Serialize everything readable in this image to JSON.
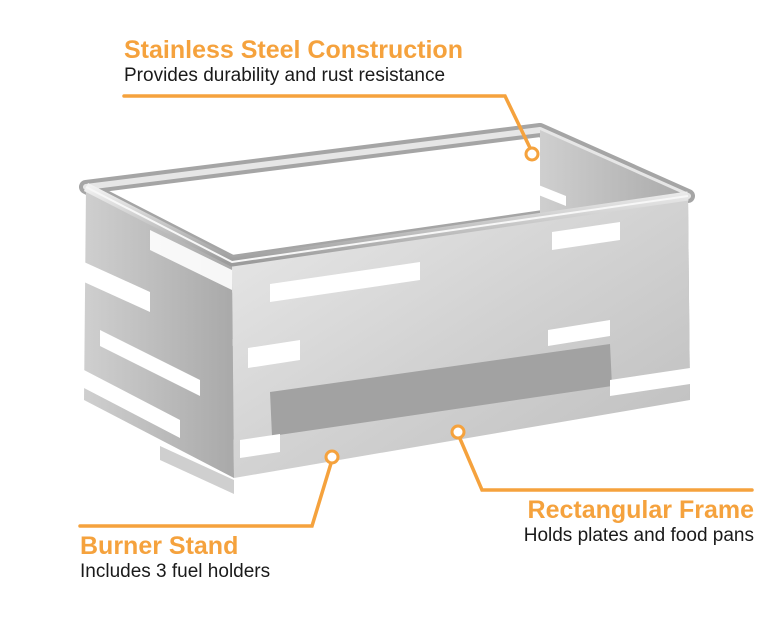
{
  "callouts": {
    "stainless": {
      "title": "Stainless Steel Construction",
      "description": "Provides durability and rust resistance"
    },
    "frame": {
      "title": "Rectangular Frame",
      "description": "Holds plates and food pans"
    },
    "burner": {
      "title": "Burner Stand",
      "description": "Includes 3 fuel holders"
    }
  },
  "colors": {
    "accent": "#f5a23d",
    "text": "#1a1a1a",
    "steel_light": "#e3e3e3",
    "steel_mid": "#c9c9c9",
    "steel_dark": "#8e8e8e"
  }
}
